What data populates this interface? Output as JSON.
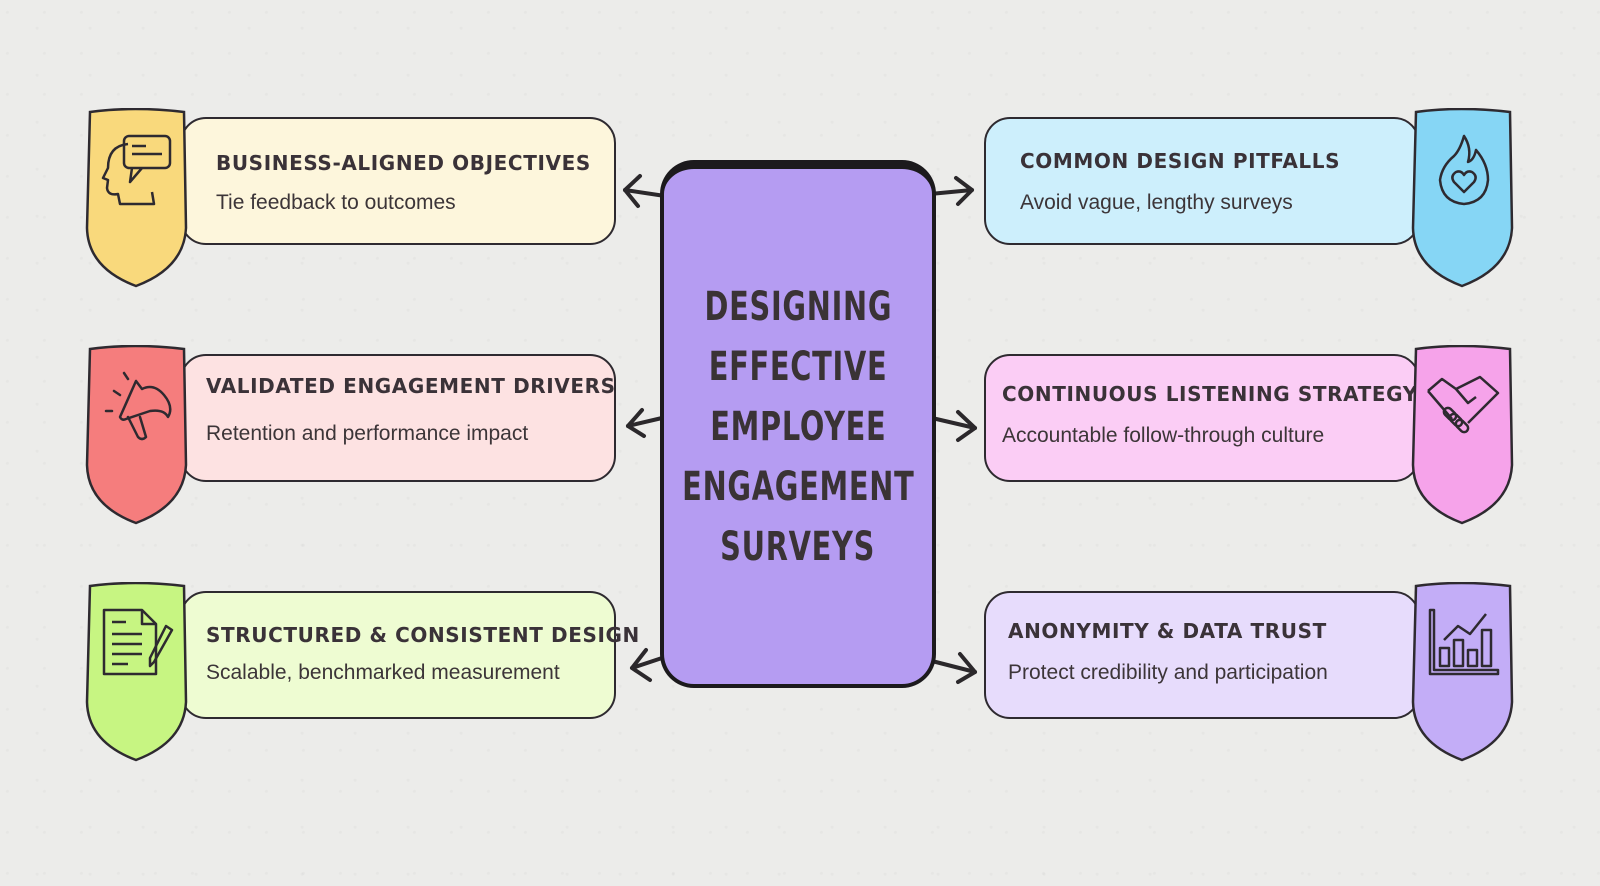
{
  "center": {
    "title_lines": [
      "DESIGNING",
      "EFFECTIVE",
      "EMPLOYEE",
      "ENGAGEMENT",
      "SURVEYS"
    ],
    "color": "#b59cf2"
  },
  "nodes": [
    {
      "id": "business",
      "side": "left",
      "title": "BUSINESS-ALIGNED OBJECTIVES",
      "subtitle": "Tie feedback to outcomes",
      "icon": "head-speech-bubble-icon",
      "card_color": "#fdf6dc",
      "shield_color": "#f9d97c"
    },
    {
      "id": "validated",
      "side": "left",
      "title": "VALIDATED ENGAGEMENT DRIVERS",
      "subtitle": "Retention and performance impact",
      "icon": "megaphone-icon",
      "card_color": "#fde2e2",
      "shield_color": "#f57d7d"
    },
    {
      "id": "structured",
      "side": "left",
      "title": "STRUCTURED & CONSISTENT DESIGN",
      "subtitle": "Scalable, benchmarked measurement",
      "icon": "document-pencil-icon",
      "card_color": "#eefcd2",
      "shield_color": "#c7f582"
    },
    {
      "id": "pitfalls",
      "side": "right",
      "title": "COMMON DESIGN PITFALLS",
      "subtitle": "Avoid vague, lengthy surveys",
      "icon": "flame-heart-icon",
      "card_color": "#cdeffc",
      "shield_color": "#86d6f5"
    },
    {
      "id": "listening",
      "side": "right",
      "title": "CONTINUOUS LISTENING STRATEGY",
      "subtitle": "Accountable follow-through culture",
      "icon": "handshake-icon",
      "card_color": "#fbcdf5",
      "shield_color": "#f6a3ea"
    },
    {
      "id": "anonymity",
      "side": "right",
      "title": "ANONYMITY & DATA TRUST",
      "subtitle": "Protect credibility and participation",
      "icon": "bar-chart-trend-icon",
      "card_color": "#e7dcfc",
      "shield_color": "#c3adf7"
    }
  ]
}
